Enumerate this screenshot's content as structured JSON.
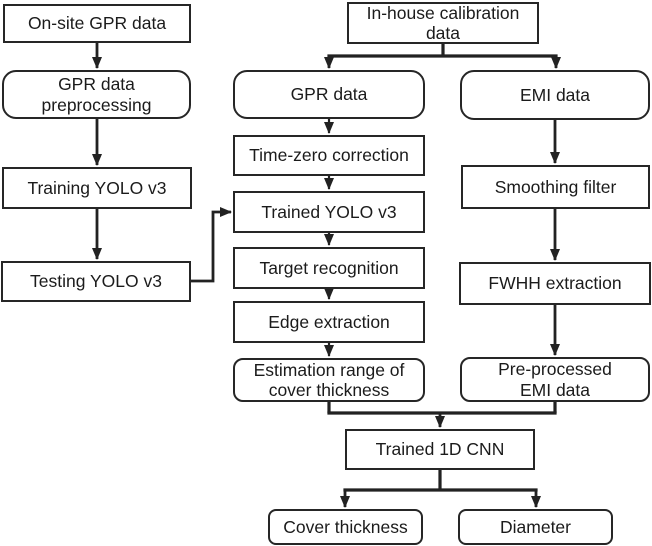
{
  "figure": {
    "type": "flowchart",
    "background_color": "#ffffff",
    "stroke_color": "#262626",
    "text_color": "#1b1b1b",
    "nodes": {
      "onsite_gpr": {
        "label": "On-site GPR data",
        "shape": "rect"
      },
      "gpr_preprocessing": {
        "label": "GPR data\npreprocessing",
        "shape": "rounded"
      },
      "training_yolo": {
        "label": "Training YOLO v3",
        "shape": "rect"
      },
      "testing_yolo": {
        "label": "Testing YOLO v3",
        "shape": "rect"
      },
      "in_house": {
        "label": "In-house calibration\ndata",
        "shape": "rect"
      },
      "gpr_data": {
        "label": "GPR data",
        "shape": "rounded"
      },
      "time_zero": {
        "label": "Time-zero correction",
        "shape": "rect"
      },
      "trained_yolo": {
        "label": "Trained YOLO v3",
        "shape": "rect"
      },
      "target_recognition": {
        "label": "Target recognition",
        "shape": "rect"
      },
      "edge_extraction": {
        "label": "Edge extraction",
        "shape": "rect"
      },
      "estimation_range": {
        "label": "Estimation range of\ncover thickness",
        "shape": "rounded"
      },
      "emi_data": {
        "label": "EMI data",
        "shape": "rounded"
      },
      "smoothing_filter": {
        "label": "Smoothing filter",
        "shape": "rect"
      },
      "fwhh_extraction": {
        "label": "FWHH extraction",
        "shape": "rect"
      },
      "pre_processed_emi": {
        "label": "Pre-processed\nEMI data",
        "shape": "rounded"
      },
      "trained_1d_cnn": {
        "label": "Trained 1D CNN",
        "shape": "rect"
      },
      "cover_thickness": {
        "label": "Cover thickness",
        "shape": "rounded"
      },
      "diameter": {
        "label": "Diameter",
        "shape": "rounded"
      }
    },
    "edges": [
      {
        "from": "onsite_gpr",
        "to": "gpr_preprocessing"
      },
      {
        "from": "gpr_preprocessing",
        "to": "training_yolo"
      },
      {
        "from": "training_yolo",
        "to": "testing_yolo"
      },
      {
        "from": "testing_yolo",
        "to": "trained_yolo"
      },
      {
        "from": "in_house",
        "to": "gpr_data"
      },
      {
        "from": "in_house",
        "to": "emi_data"
      },
      {
        "from": "gpr_data",
        "to": "time_zero"
      },
      {
        "from": "time_zero",
        "to": "trained_yolo"
      },
      {
        "from": "trained_yolo",
        "to": "target_recognition"
      },
      {
        "from": "target_recognition",
        "to": "edge_extraction"
      },
      {
        "from": "edge_extraction",
        "to": "estimation_range"
      },
      {
        "from": "emi_data",
        "to": "smoothing_filter"
      },
      {
        "from": "smoothing_filter",
        "to": "fwhh_extraction"
      },
      {
        "from": "fwhh_extraction",
        "to": "pre_processed_emi"
      },
      {
        "from": "estimation_range",
        "to": "trained_1d_cnn"
      },
      {
        "from": "pre_processed_emi",
        "to": "trained_1d_cnn"
      },
      {
        "from": "trained_1d_cnn",
        "to": "cover_thickness"
      },
      {
        "from": "trained_1d_cnn",
        "to": "diameter"
      }
    ]
  }
}
